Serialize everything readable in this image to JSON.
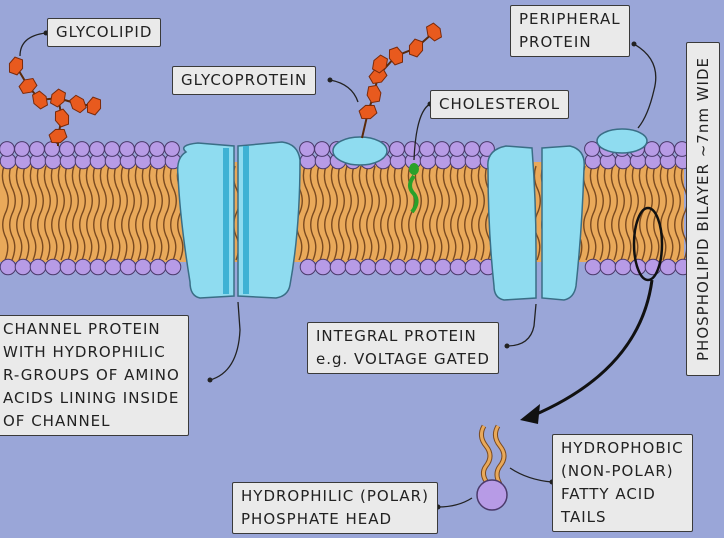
{
  "labels": {
    "glycolipid": "GLYCOLIPID",
    "glycoprotein": "GLYCOPROTEIN",
    "cholesterol": "CHOLESTEROL",
    "peripheral_protein": [
      "PERIPHERAL",
      "PROTEIN"
    ],
    "bilayer": "PHOSPHOLIPID BILAYER ~7nm WIDE",
    "channel_protein": [
      "CHANNEL PROTEIN",
      "WITH HYDROPHILIC",
      "R-GROUPS OF AMINO",
      "ACIDS LINING INSIDE",
      "OF CHANNEL"
    ],
    "integral_protein": [
      "INTEGRAL PROTEIN",
      "e.g. VOLTAGE GATED"
    ],
    "hydrophobic_tails": [
      "HYDROPHOBIC",
      "(NON-POLAR)",
      "FATTY ACID",
      "TAILS"
    ],
    "hydrophilic_head": [
      "HYDROPHILIC (POLAR)",
      "PHOSPHATE HEAD"
    ]
  },
  "colors": {
    "background": "#9aa6d8",
    "phosphate_head": "#b79be6",
    "tail_band": "#e9a95a",
    "protein": "#8fdcf0",
    "sugar": "#e85a1e",
    "cholesterol": "#2aa12a"
  }
}
